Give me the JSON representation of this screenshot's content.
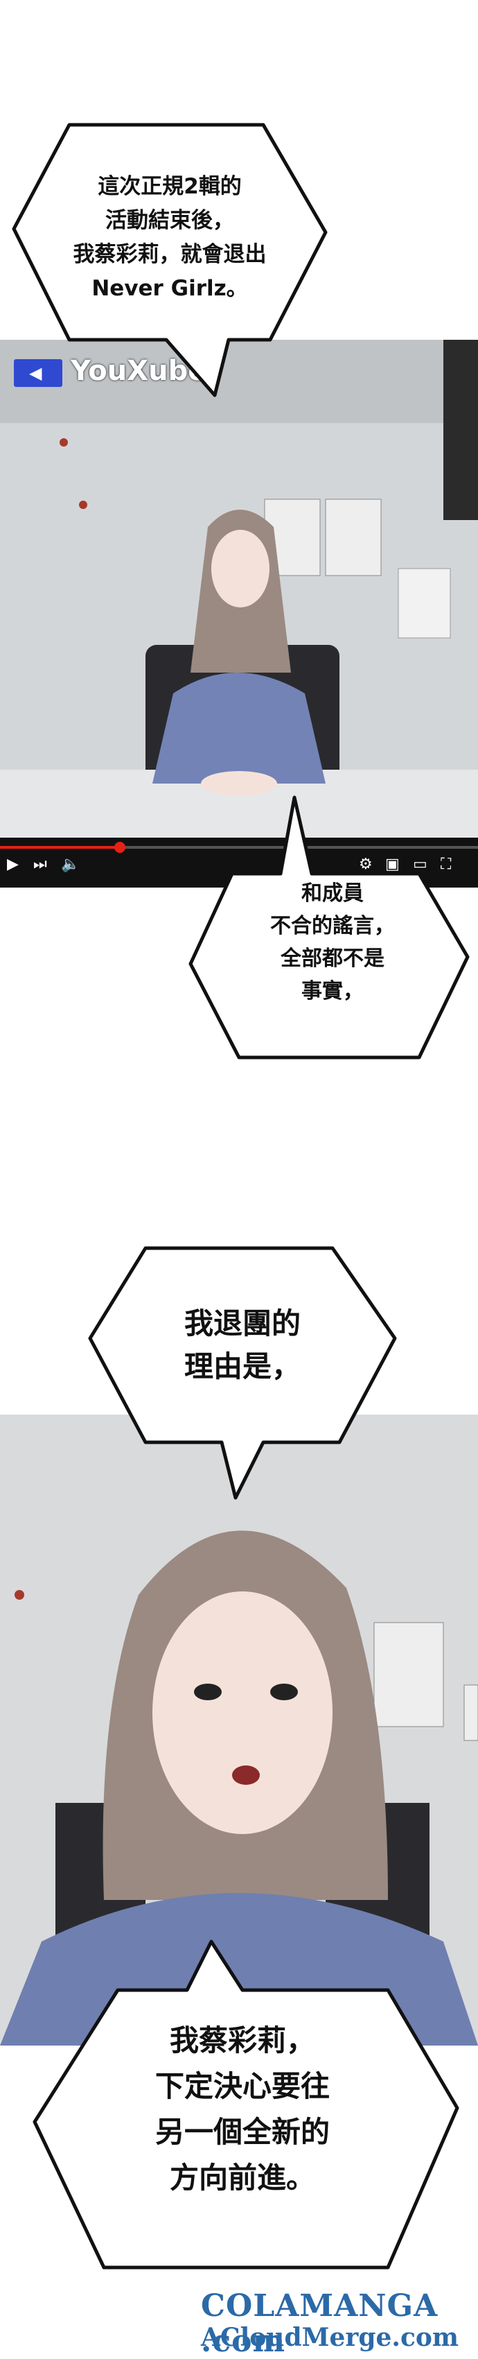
{
  "bubbles": {
    "b1": "這次正規2輯的\n活動結束後，\n我蔡彩莉，就會退出\nNever Girlz。",
    "b2": "和成員\n不合的謠言，\n全部都不是\n事實，",
    "b3": "我退團的\n理由是，",
    "b4": "我蔡彩莉，\n下定決心要往\n另一個全新的\n方向前進。"
  },
  "video": {
    "channel_label": "YouXube",
    "progress": 0.25
  },
  "watermark": {
    "line1": "COLAMANGA .com",
    "line2": "ACloudMerge.com"
  },
  "colors": {
    "progress": "#e62117",
    "badge": "#2f49d1",
    "shirt": "#6f7fb0",
    "hair": "#9a8a82"
  }
}
